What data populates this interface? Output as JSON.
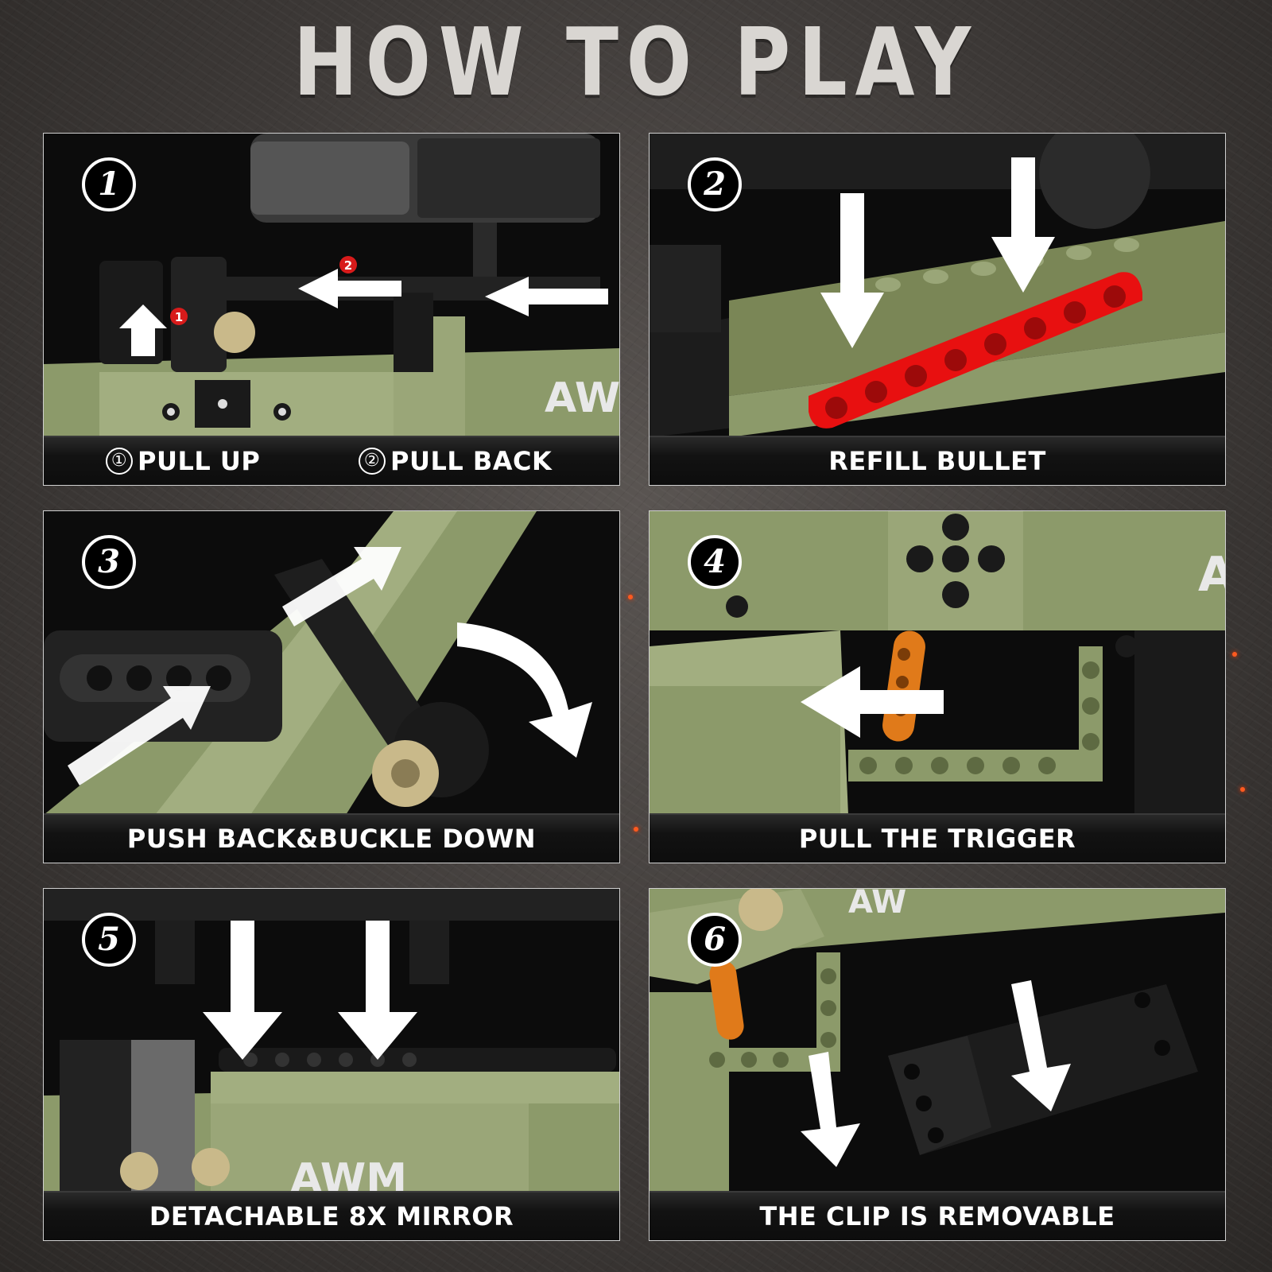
{
  "title": "HOW TO PLAY",
  "colors": {
    "olive": "#8c9a6a",
    "olive_dark": "#6e7b50",
    "black_part": "#1a1a1a",
    "red_beam": "#e81010",
    "orange_beam": "#e07a1a",
    "caption_text": "#ffffff",
    "title_text": "#d9d6d2"
  },
  "panels": [
    {
      "number": "1",
      "caption_parts": [
        {
          "num": "①",
          "text": "PULL UP"
        },
        {
          "num": "②",
          "text": "PULL BACK"
        }
      ],
      "markers": [
        "1",
        "2"
      ],
      "logo": "AW",
      "icons": [
        "arrow-up-curved-icon",
        "arrow-left-icon"
      ]
    },
    {
      "number": "2",
      "caption": "REFILL BULLET",
      "icons": [
        "arrow-down-icon"
      ]
    },
    {
      "number": "3",
      "caption": "PUSH BACK&BUCKLE DOWN",
      "icons": [
        "arrow-up-right-icon",
        "arrow-curve-down-icon"
      ]
    },
    {
      "number": "4",
      "caption": "PULL THE TRIGGER",
      "logo": "A",
      "icons": [
        "arrow-left-icon"
      ]
    },
    {
      "number": "5",
      "caption": "DETACHABLE 8X MIRROR",
      "logo": "AWM",
      "icons": [
        "arrow-down-icon"
      ]
    },
    {
      "number": "6",
      "caption": "THE CLIP IS REMOVABLE",
      "logo": "AW",
      "icons": [
        "arrow-down-icon"
      ]
    }
  ]
}
